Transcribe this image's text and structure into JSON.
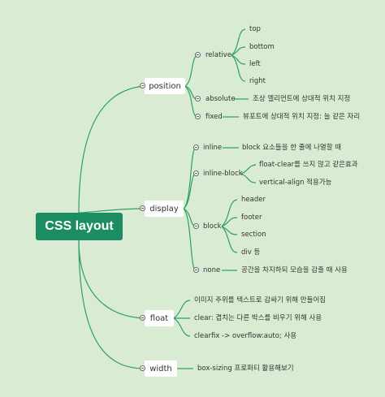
{
  "root": "CSS layout",
  "branches": {
    "position": {
      "label": "position",
      "relative": {
        "label": "relative",
        "children": [
          "top",
          "bottom",
          "left",
          "right"
        ]
      },
      "absolute": {
        "label": "absolute",
        "desc": "조상 엘리먼트에 상대적 위치 지정"
      },
      "fixed": {
        "label": "fixed",
        "desc": "뷰포트에 상대적 위치 지정: 늘 같은 자리"
      }
    },
    "display": {
      "label": "display",
      "inline": {
        "label": "inline",
        "desc": "block 요소들을 한 줄에 나열할 때"
      },
      "inline_block": {
        "label": "inline-block",
        "children": [
          "float-clear를 쓰지 않고 같은효과",
          "vertical-align 적용가능"
        ]
      },
      "block": {
        "label": "block",
        "children": [
          "header",
          "footer",
          "section",
          "div 등"
        ]
      },
      "none": {
        "label": "none",
        "desc": "공간을 차지하되 모습을 감출 때 사용"
      }
    },
    "float": {
      "label": "float",
      "children": [
        "이미지 주위를 텍스트로 감싸기 위해 만들어짐",
        "clear: 겹치는 다른 박스를 비우기 위해 사용",
        "clearfix -> overflow:auto; 사용"
      ]
    },
    "width": {
      "label": "width",
      "desc": "box-sizing 프로퍼티 활용해보기"
    }
  },
  "colors": {
    "background": "#d9ecd3",
    "root": "#1c8d62",
    "connector": "#2e9e68",
    "node": "#ffffff"
  }
}
